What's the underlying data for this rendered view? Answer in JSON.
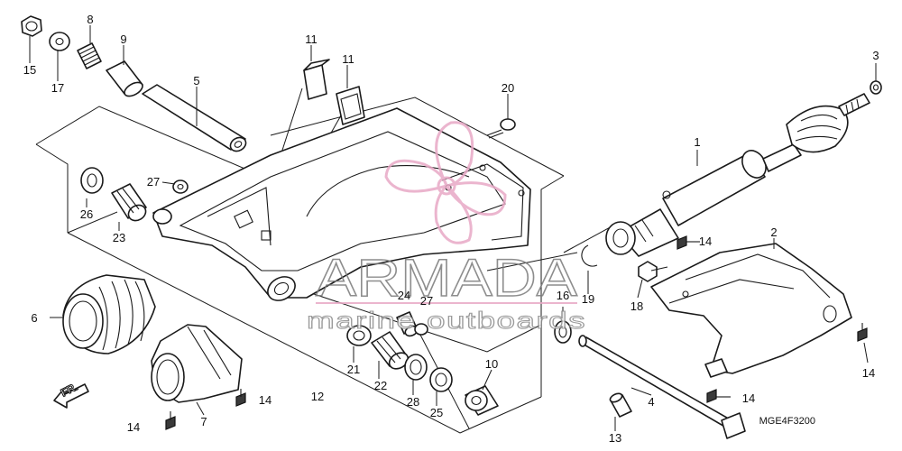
{
  "callouts": [
    {
      "id": "1",
      "label": "1"
    },
    {
      "id": "2",
      "label": "2"
    },
    {
      "id": "3",
      "label": "3"
    },
    {
      "id": "4",
      "label": "4"
    },
    {
      "id": "5",
      "label": "5"
    },
    {
      "id": "6",
      "label": "6"
    },
    {
      "id": "7",
      "label": "7"
    },
    {
      "id": "8",
      "label": "8"
    },
    {
      "id": "9",
      "label": "9"
    },
    {
      "id": "10",
      "label": "10"
    },
    {
      "id": "11a",
      "label": "11"
    },
    {
      "id": "11b",
      "label": "11"
    },
    {
      "id": "12",
      "label": "12"
    },
    {
      "id": "13",
      "label": "13"
    },
    {
      "id": "14a",
      "label": "14"
    },
    {
      "id": "14b",
      "label": "14"
    },
    {
      "id": "14c",
      "label": "14"
    },
    {
      "id": "14d",
      "label": "14"
    },
    {
      "id": "14e",
      "label": "14"
    },
    {
      "id": "15",
      "label": "15"
    },
    {
      "id": "16",
      "label": "16"
    },
    {
      "id": "17",
      "label": "17"
    },
    {
      "id": "18",
      "label": "18"
    },
    {
      "id": "19",
      "label": "19"
    },
    {
      "id": "20",
      "label": "20"
    },
    {
      "id": "21",
      "label": "21"
    },
    {
      "id": "22",
      "label": "22"
    },
    {
      "id": "23",
      "label": "23"
    },
    {
      "id": "24",
      "label": "24"
    },
    {
      "id": "25",
      "label": "25"
    },
    {
      "id": "26",
      "label": "26"
    },
    {
      "id": "27a",
      "label": "27"
    },
    {
      "id": "27b",
      "label": "27"
    },
    {
      "id": "28",
      "label": "28"
    }
  ],
  "watermark": {
    "brand": "ARMADA",
    "tagline": "marine outboards",
    "accent_color": "#e8a9c6"
  },
  "diagram_code": "MGE4F3200",
  "direction_label": "FR."
}
